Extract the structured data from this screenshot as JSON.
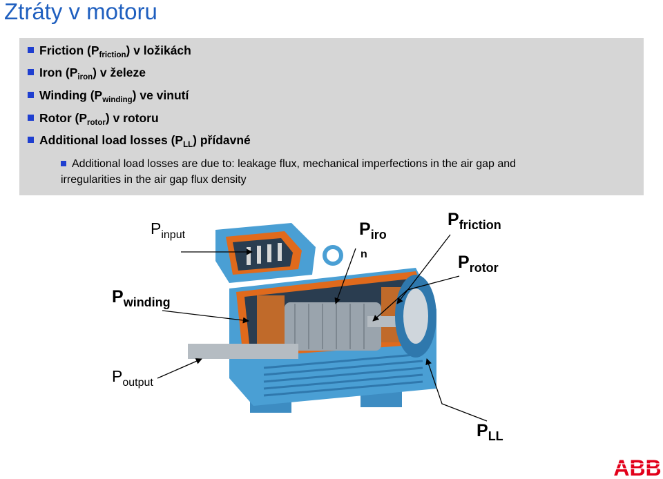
{
  "title": "Ztráty v motoru",
  "bullets": [
    {
      "pre": "Friction (P",
      "sub": "friction",
      "post": ") v ložikách"
    },
    {
      "pre": "Iron (P",
      "sub": "iron",
      "post": ") v železe"
    },
    {
      "pre": "Winding (P",
      "sub": "winding",
      "post": ") ve vinutí"
    },
    {
      "pre": "Rotor (P",
      "sub": "rotor",
      "post": ") v rotoru"
    },
    {
      "pre": "Additional load losses (P",
      "sub": "LL",
      "post": ") přídavné"
    }
  ],
  "sub_bullet": {
    "line1": "Additional load losses are due to: leakage flux, mechanical imperfections in the air gap and",
    "line2": "irregularities in the air gap flux density"
  },
  "labels": {
    "p_input": {
      "main": "P",
      "sub": "input"
    },
    "p_iron": {
      "main": "P",
      "sub": "iro",
      "extra": "n"
    },
    "p_friction": {
      "main": "P",
      "sub": "friction"
    },
    "p_rotor": {
      "main": "P",
      "sub": "rotor"
    },
    "p_winding": {
      "main": "P",
      "sub": "winding"
    },
    "p_output": {
      "main": "P",
      "sub": "output"
    },
    "p_ll": {
      "main": "P",
      "sub": "LL"
    }
  },
  "logo": "ABB",
  "colors": {
    "title": "#1f5fbf",
    "bullet": "#1f3fd0",
    "panel": "#d6d6d6",
    "motor_blue": "#4a9fd4",
    "motor_orange": "#e06a1c",
    "abb_red": "#e2001a"
  }
}
